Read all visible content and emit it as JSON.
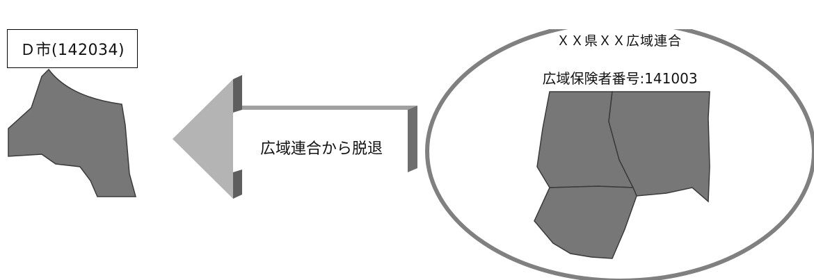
{
  "city": {
    "label": "Ｄ市(142034)"
  },
  "arrow": {
    "label": "広域連合から脱退"
  },
  "union": {
    "name": "ＸＸ県ＸＸ広域連合",
    "insurer_number": "広域保険者番号:141003"
  },
  "colors": {
    "region_fill": "#777777",
    "region_stroke": "#3a3a3a",
    "ellipse_stroke": "#808080",
    "arrow_head": "#b4b4b4",
    "arrow_side": "#6e6e6e",
    "arrow_top": "#a0a0a0"
  }
}
